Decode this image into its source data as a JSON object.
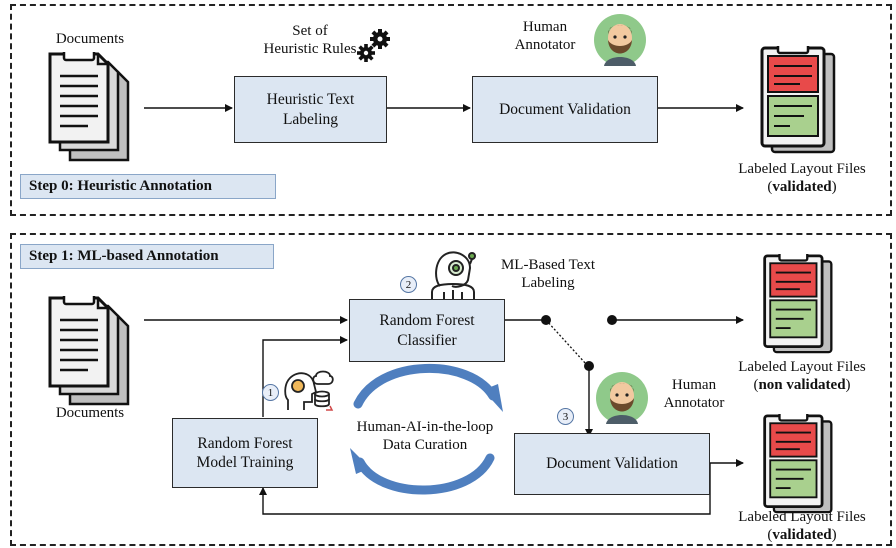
{
  "step0": {
    "title": "Step 0: Heuristic Annotation",
    "documents_label": "Documents",
    "rules_label_line1": "Set of",
    "rules_label_line2": "Heuristic Rules",
    "heuristic_box_line1": "Heuristic Text",
    "heuristic_box_line2": "Labeling",
    "annotator_line1": "Human",
    "annotator_line2": "Annotator",
    "validation_box": "Document Validation",
    "output_line1": "Labeled Layout Files",
    "output_paren_open": "(",
    "output_bold": "validated",
    "output_paren_close": ")"
  },
  "step1": {
    "title": "Step 1: ML-based Annotation",
    "documents_label": "Documents",
    "ml_label_line1": "ML-Based Text",
    "ml_label_line2": "Labeling",
    "rf_classifier_line1": "Random Forest",
    "rf_classifier_line2": "Classifier",
    "rf_training_line1": "Random Forest",
    "rf_training_line2": "Model Training",
    "loop_line1": "Human-AI-in-the-loop",
    "loop_line2": "Data Curation",
    "annotator_line1": "Human",
    "annotator_line2": "Annotator",
    "validation_box": "Document Validation",
    "out_nv_line1": "Labeled Layout Files",
    "out_nv_paren_open": "(",
    "out_nv_bold": "non validated",
    "out_nv_paren_close": ")",
    "out_v_line1": "Labeled Layout Files",
    "out_v_paren_open": "(",
    "out_v_bold": "validated",
    "out_v_paren_close": ")",
    "step_numbers": [
      "1",
      "2",
      "3"
    ]
  },
  "colors": {
    "box_fill": "#dce6f2",
    "loop_arrow": "#4f7fbf",
    "red_page": "#e84a4a",
    "green_page": "#a9d08e",
    "avatar_bg": "#8fc98a"
  }
}
